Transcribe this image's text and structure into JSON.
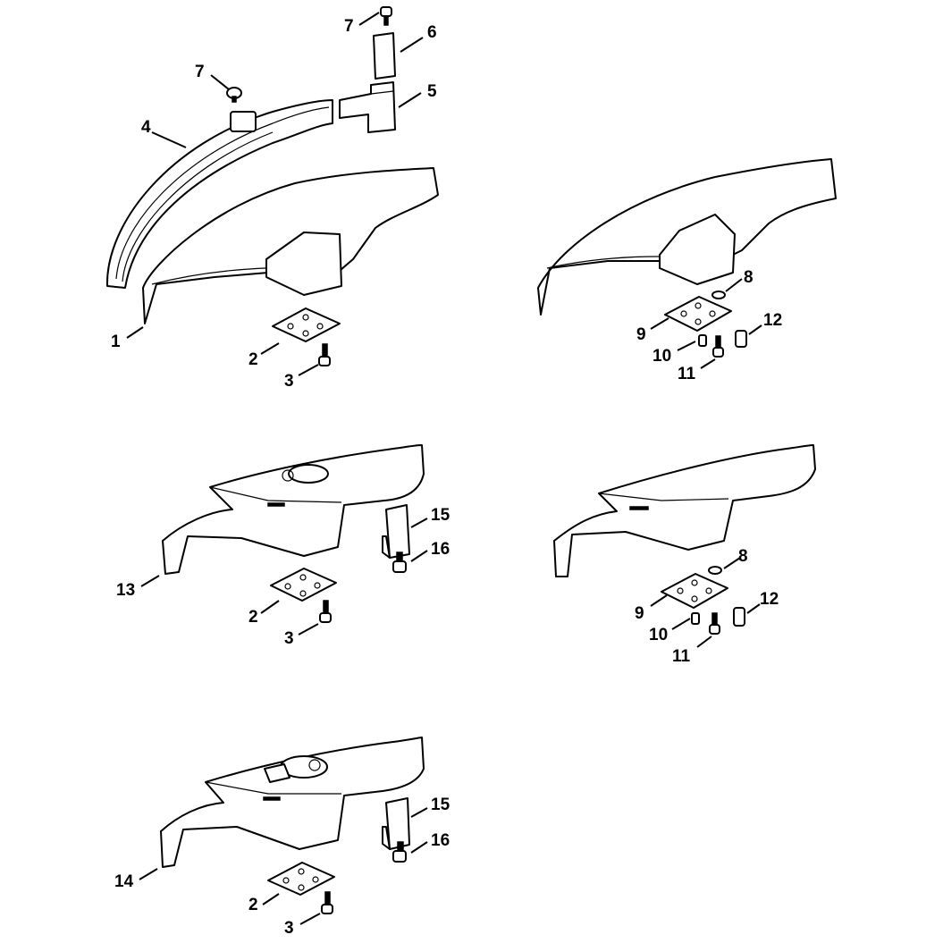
{
  "callouts": {
    "g1": {
      "n1": "1",
      "n2": "2",
      "n3": "3",
      "n4": "4",
      "n5": "5",
      "n6": "6",
      "n7a": "7",
      "n7b": "7"
    },
    "g2": {
      "n8": "8",
      "n9": "9",
      "n10": "10",
      "n11": "11",
      "n12": "12"
    },
    "g3": {
      "n13": "13",
      "n2": "2",
      "n3": "3",
      "n15": "15",
      "n16": "16"
    },
    "g4": {
      "n8": "8",
      "n9": "9",
      "n10": "10",
      "n11": "11",
      "n12": "12"
    },
    "g5": {
      "n14": "14",
      "n2": "2",
      "n3": "3",
      "n15": "15",
      "n16": "16"
    }
  }
}
